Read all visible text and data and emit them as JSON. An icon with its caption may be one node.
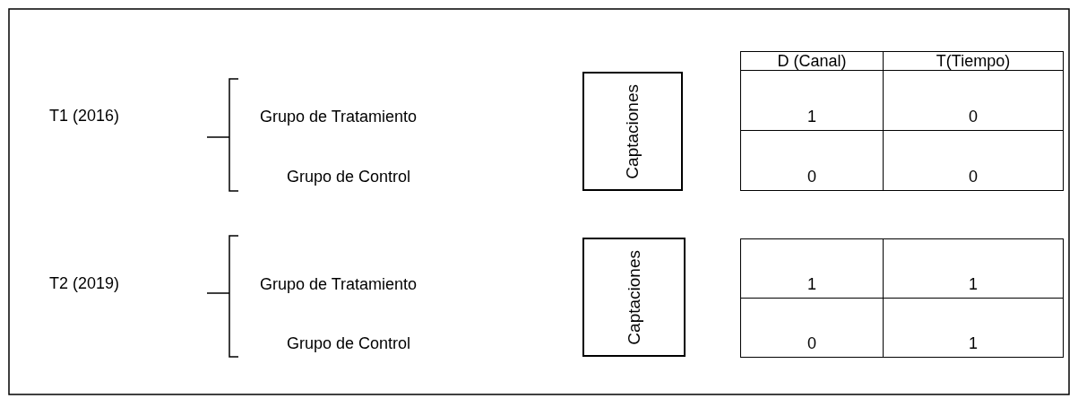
{
  "diagram": {
    "nodes": [
      {
        "text": [
          "Captaciones"
        ]
      },
      {
        "text": [
          "Captaciones"
        ]
      }
    ],
    "labels": [
      "D (Canal)",
      "T(Tiempo)",
      "T1 (2016)",
      "Grupo de Tratamiento",
      "1",
      "0",
      "Grupo de Control",
      "0",
      "0",
      "T2 (2019)",
      "Grupo de Tratamiento",
      "1",
      "1",
      "Grupo de Control",
      "0",
      "1"
    ]
  }
}
